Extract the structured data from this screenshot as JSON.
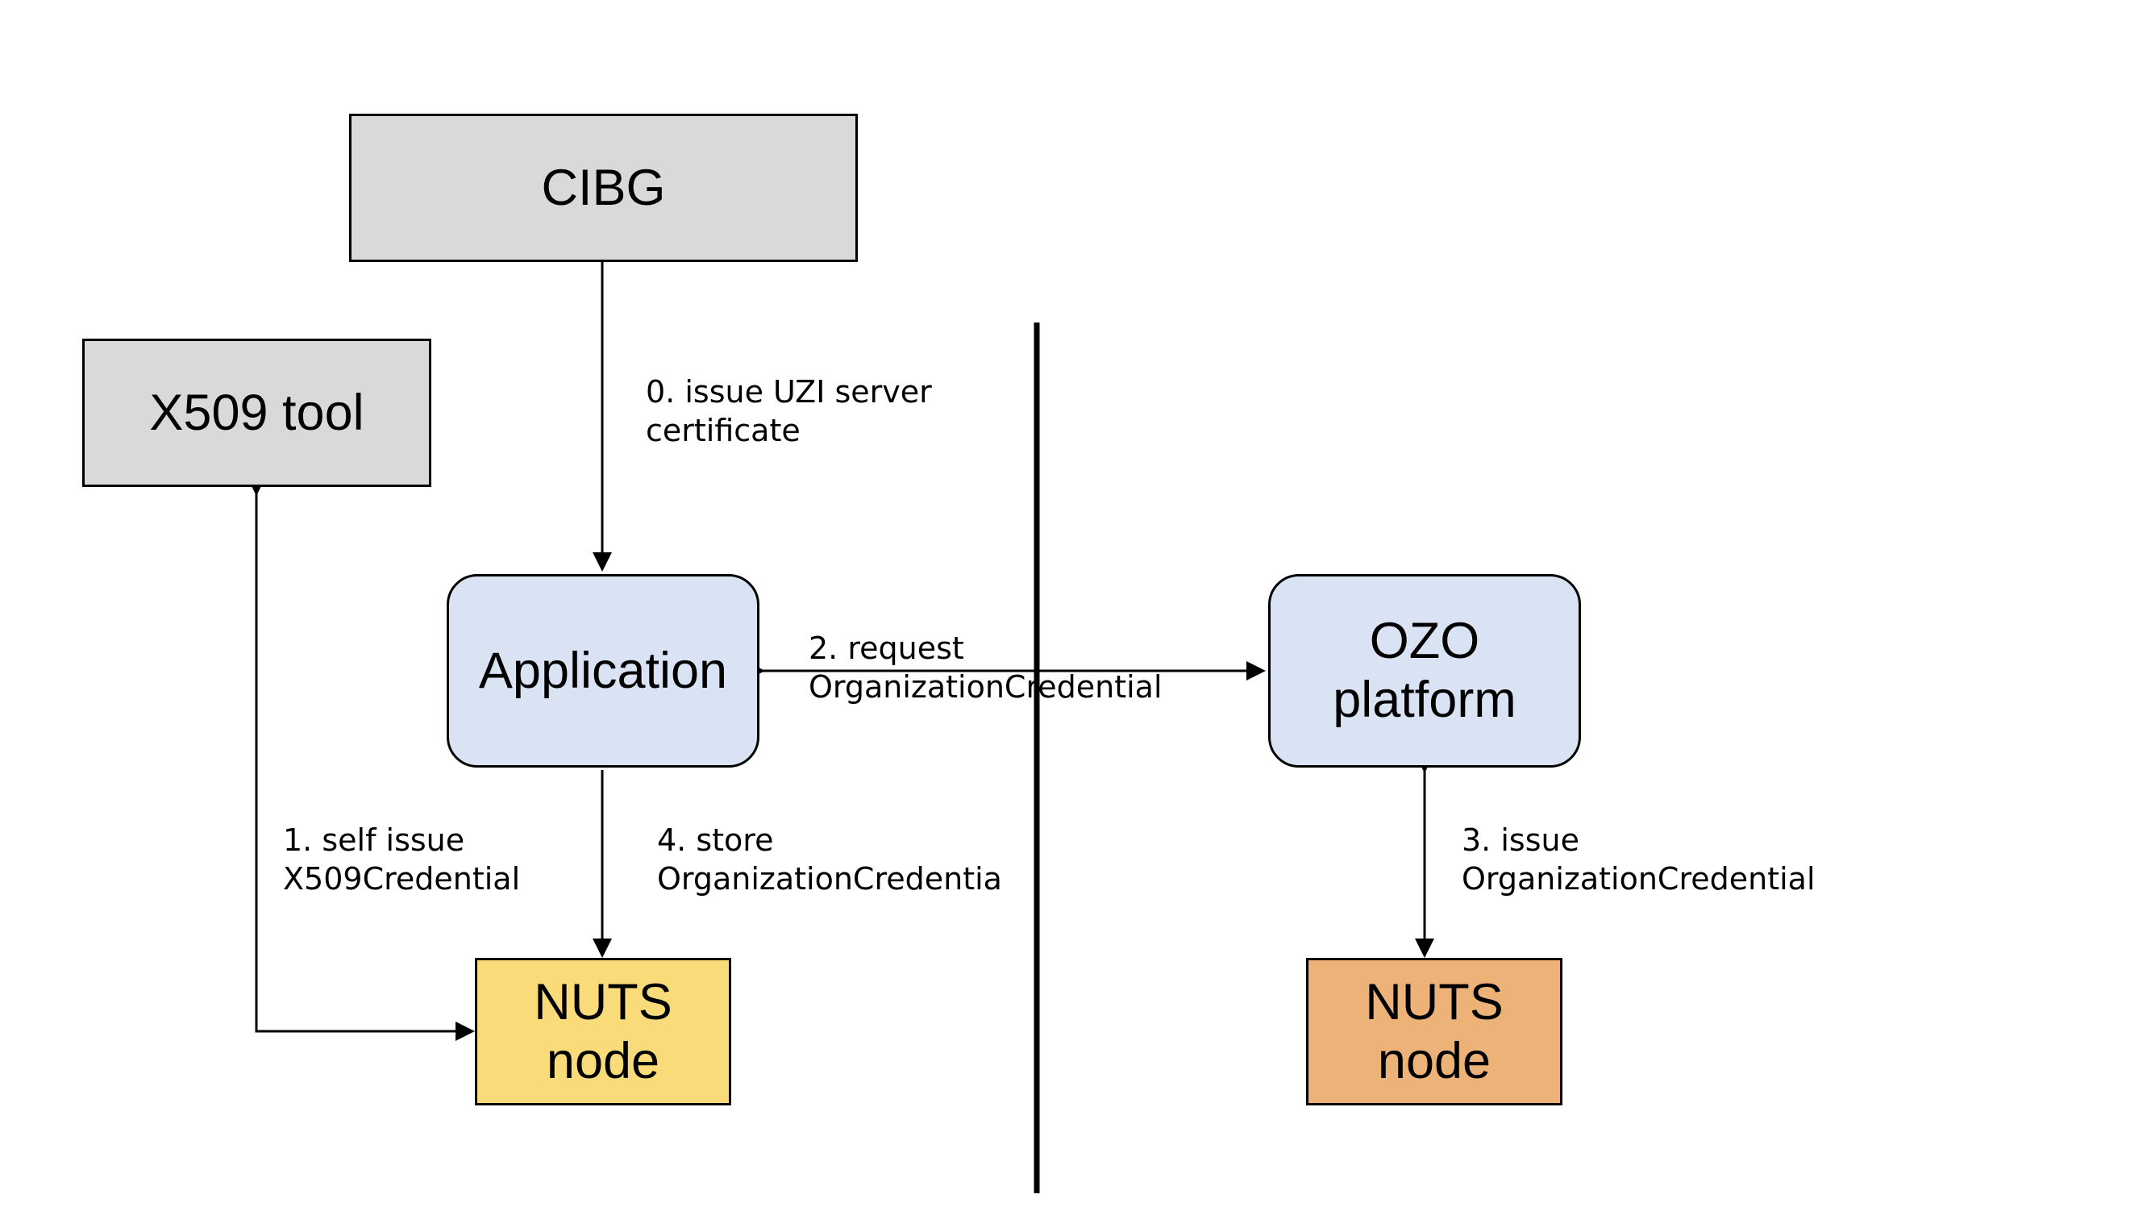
{
  "nodes": {
    "cibg": {
      "label": "CIBG",
      "fill": "#d9d9d9"
    },
    "x509_tool": {
      "label": "X509 tool",
      "fill": "#d9d9d9"
    },
    "application": {
      "label": "Application",
      "fill": "#dae3f3"
    },
    "ozo_platform": {
      "line1": "OZO",
      "line2": "platform",
      "fill": "#dae3f3"
    },
    "nuts_node_left": {
      "line1": "NUTS",
      "line2": "node",
      "fill": "#f9db7a"
    },
    "nuts_node_right": {
      "line1": "NUTS",
      "line2": "node",
      "fill": "#ecb277"
    }
  },
  "edges": {
    "step0": {
      "line1": "0. issue UZI server",
      "line2": "certificate"
    },
    "step1": {
      "line1": "1. self issue",
      "line2": "X509Credential"
    },
    "step2": {
      "line1": "2. request",
      "line2": "OrganizationCredential"
    },
    "step3": {
      "line1": "3. issue",
      "line2": "OrganizationCredential"
    },
    "step4": {
      "line1": "4. store",
      "line2": "OrganizationCredentia"
    }
  }
}
